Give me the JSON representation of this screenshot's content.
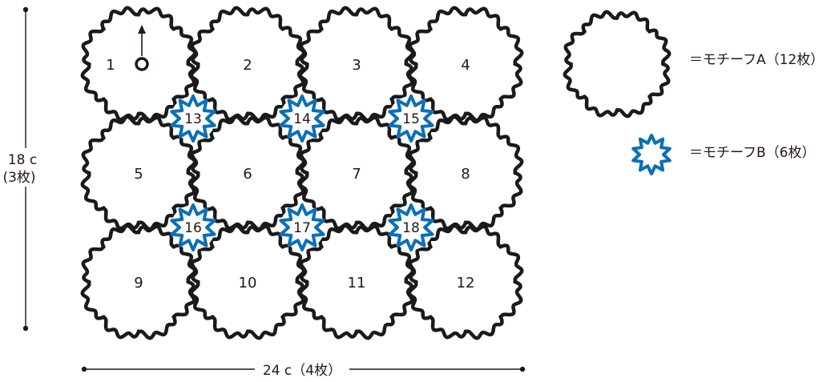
{
  "colors": {
    "motif_a_stroke": "#1a1a1a",
    "motif_b_stroke": "#0a6fb7",
    "ink": "#231815"
  },
  "layout_grid": {
    "columns": 4,
    "rows": 3
  },
  "motif_a_labels": [
    "1",
    "2",
    "3",
    "4",
    "5",
    "6",
    "7",
    "8",
    "9",
    "10",
    "11",
    "12"
  ],
  "motif_b_labels": [
    "13",
    "14",
    "15",
    "16",
    "17",
    "18"
  ],
  "start_marker": {
    "motif": "1",
    "icon": "start-ring-with-arrow-icon"
  },
  "dimensions": {
    "height_value": "18 c",
    "height_count": "(3枚)",
    "width_label": "24 c（4枚）"
  },
  "legend": {
    "motif_a": "＝モチーフA（12枚）",
    "motif_b": "＝モチーフB（6枚）"
  }
}
